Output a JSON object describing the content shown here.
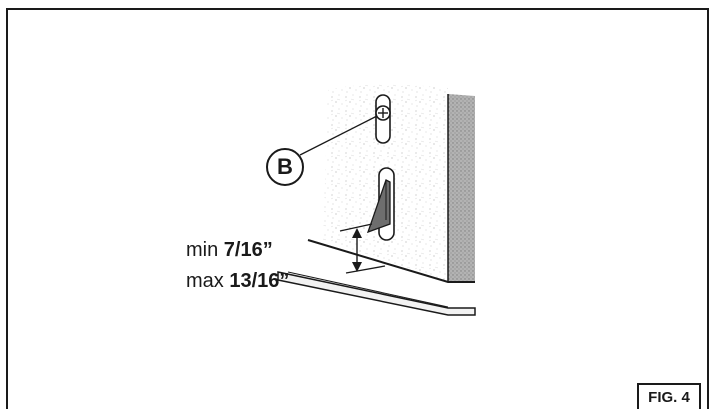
{
  "callout": {
    "label": "B"
  },
  "dimensions": {
    "min": {
      "prefix": "min",
      "value": "7/16”"
    },
    "max": {
      "prefix": "max",
      "value": "13/16”"
    }
  },
  "figure": {
    "label": "FIG. 4"
  },
  "colors": {
    "ink": "#1a1a1a",
    "speckle": "#bdbdbd",
    "side_shade": "#9a9a9a",
    "floor": "#f2f2f2"
  },
  "icons": {
    "screw": "screw-head-icon",
    "slot": "adjustment-slot-icon",
    "dimension": "double-arrow-icon"
  }
}
